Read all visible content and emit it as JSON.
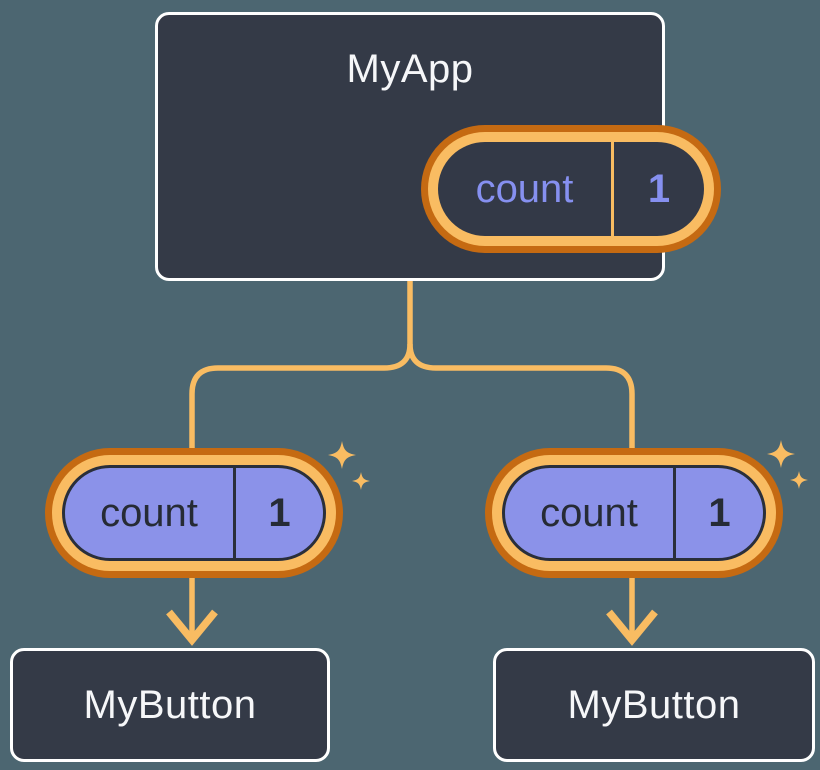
{
  "canvas": {
    "background": "#4C6671"
  },
  "colors": {
    "node_fill": "#343A47",
    "node_border": "#FFFFFF",
    "node_text": "#F6F7F9",
    "wire_orange": "#F9BC62",
    "ring_outer_orange": "#C56A12",
    "ring_inner_orange": "#F9BC62",
    "state_purple_fill": "#8B92E9",
    "state_purple_text": "#8690F0",
    "dark_ink": "#262B35"
  },
  "icons": {
    "sparkles": "sparkles-icon",
    "arrow_down": "arrow-down-icon"
  },
  "nodes": {
    "root": {
      "title": "MyApp",
      "state": {
        "label": "count",
        "value": "1"
      }
    },
    "child_left": {
      "title": "MyButton",
      "state": {
        "label": "count",
        "value": "1"
      }
    },
    "child_right": {
      "title": "MyButton",
      "state": {
        "label": "count",
        "value": "1"
      }
    }
  }
}
